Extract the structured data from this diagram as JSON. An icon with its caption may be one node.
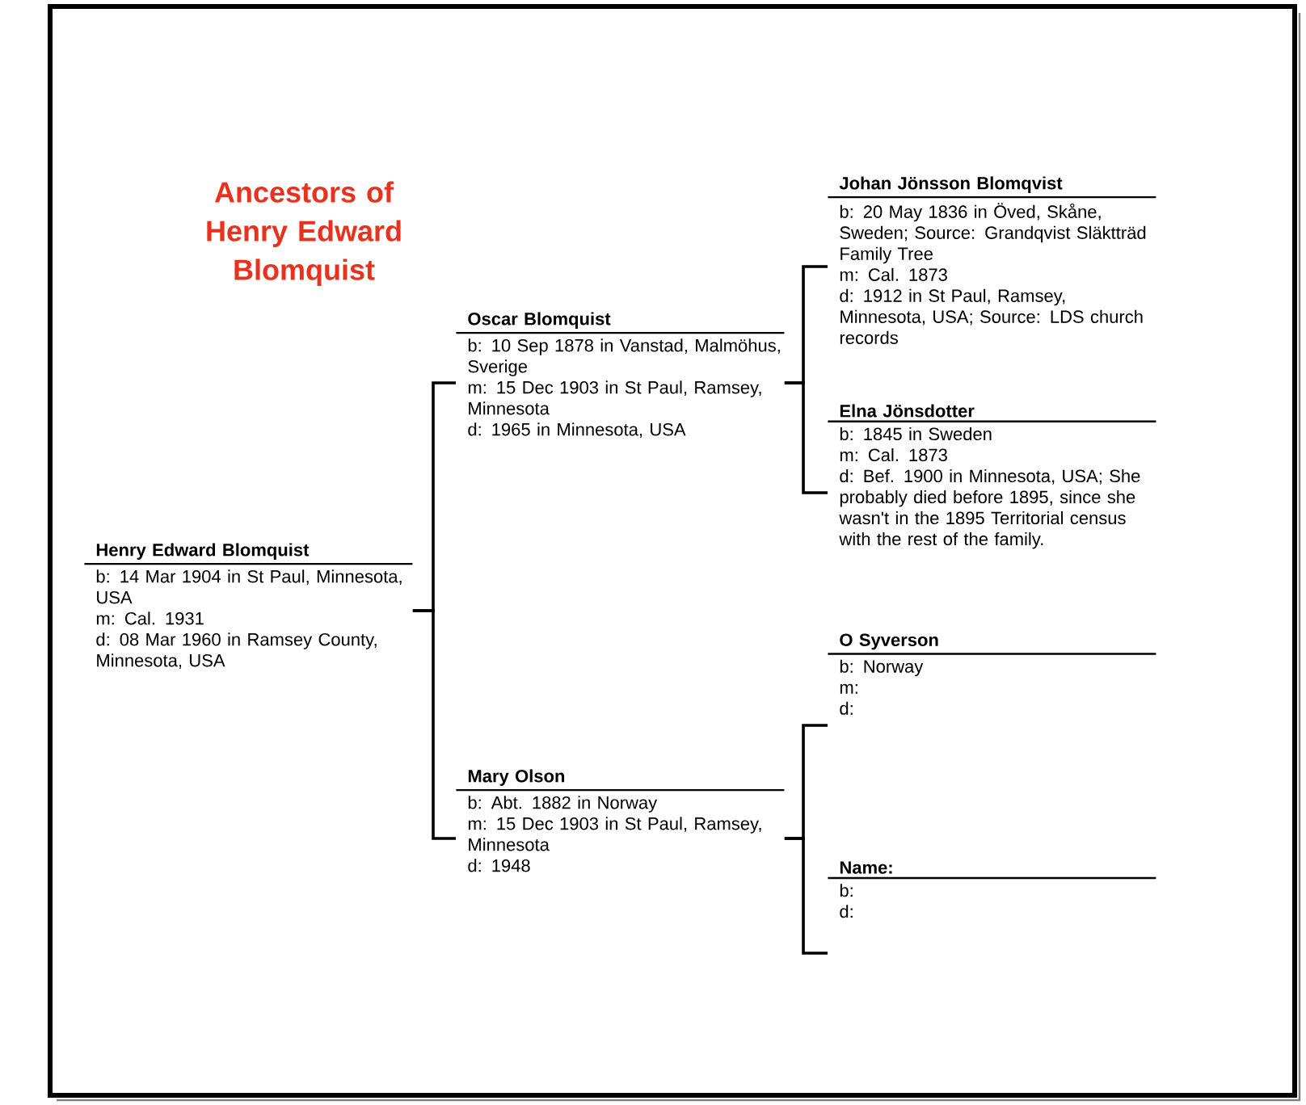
{
  "diagram": {
    "title": "Ancestors of Henry Edward Blomquist",
    "nodes": [
      {
        "text": [
          "Henry Edward Blomquist",
          "b: 14 Mar 1904 in St Paul, Minnesota, USA",
          "m: Cal. 1931",
          "d: 08 Mar 1960 in Ramsey County, Minnesota, USA"
        ]
      },
      {
        "text": [
          "Oscar Blomquist",
          "b: 10 Sep 1878 in Vanstad, Malmöhus, Sverige",
          "m: 15 Dec 1903 in St Paul, Ramsey, Minnesota",
          "d: 1965 in Minnesota, USA"
        ]
      },
      {
        "text": [
          "Mary Olson",
          "b: Abt. 1882 in Norway",
          "m: 15 Dec 1903 in St Paul, Ramsey, Minnesota",
          "d: 1948"
        ]
      },
      {
        "text": [
          "Johan Jönsson Blomqvist",
          "b: 20 May 1836 in Öved, Skåne, Sweden; Source: Grandqvist Släktträd Family Tree",
          "m: Cal. 1873",
          "d: 1912 in St Paul, Ramsey, Minnesota, USA; Source: LDS church records"
        ]
      },
      {
        "text": [
          "Elna Jönsdotter",
          "b: 1845 in Sweden",
          "m: Cal. 1873",
          "d: Bef. 1900 in Minnesota, USA; She probably died before 1895, since she wasn't in the 1895 Territorial census with the rest of the family."
        ]
      },
      {
        "text": [
          "O Syverson",
          "b: Norway",
          "m:",
          "d:"
        ]
      },
      {
        "text": [
          "Name:",
          "b:",
          "d:"
        ]
      }
    ],
    "edges": [
      {
        "from": 0,
        "to": 1,
        "arrow": "none"
      },
      {
        "from": 0,
        "to": 2,
        "arrow": "none"
      },
      {
        "from": 1,
        "to": 3,
        "arrow": "none"
      },
      {
        "from": 1,
        "to": 4,
        "arrow": "none"
      },
      {
        "from": 2,
        "to": 5,
        "arrow": "none"
      },
      {
        "from": 2,
        "to": 6,
        "arrow": "none"
      }
    ]
  }
}
